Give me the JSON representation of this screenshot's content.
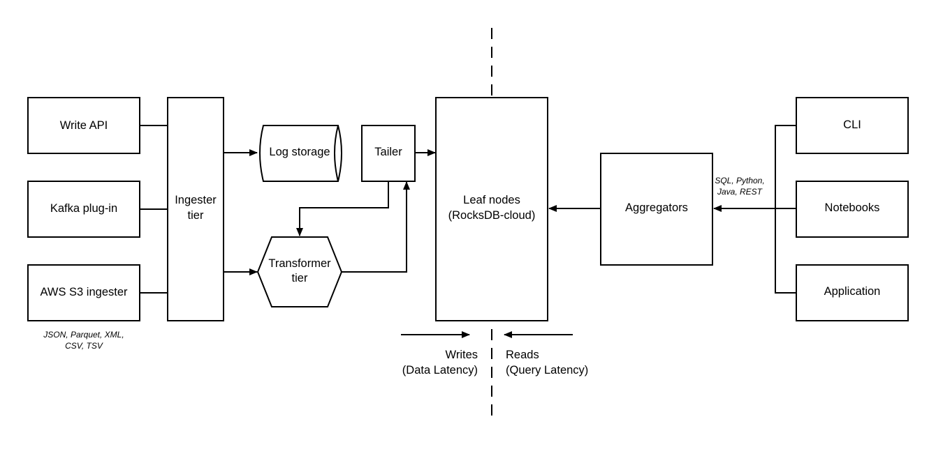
{
  "sources": {
    "write_api": "Write API",
    "kafka": "Kafka plug-in",
    "s3": "AWS S3 ingester",
    "formats_line1": "JSON, Parquet, XML,",
    "formats_line2": "CSV, TSV"
  },
  "ingester": {
    "line1": "Ingester",
    "line2": "tier"
  },
  "log_storage": "Log storage",
  "tailer": "Tailer",
  "transformer": {
    "line1": "Transformer",
    "line2": "tier"
  },
  "leaf": {
    "line1": "Leaf nodes",
    "line2": "(RocksDB-cloud)"
  },
  "aggregators": "Aggregators",
  "protocols": {
    "line1": "SQL, Python,",
    "line2": "Java, REST"
  },
  "clients": {
    "cli": "CLI",
    "notebooks": "Notebooks",
    "application": "Application"
  },
  "writes": {
    "line1": "Writes",
    "line2": "(Data Latency)"
  },
  "reads": {
    "line1": "Reads",
    "line2": "(Query Latency)"
  }
}
